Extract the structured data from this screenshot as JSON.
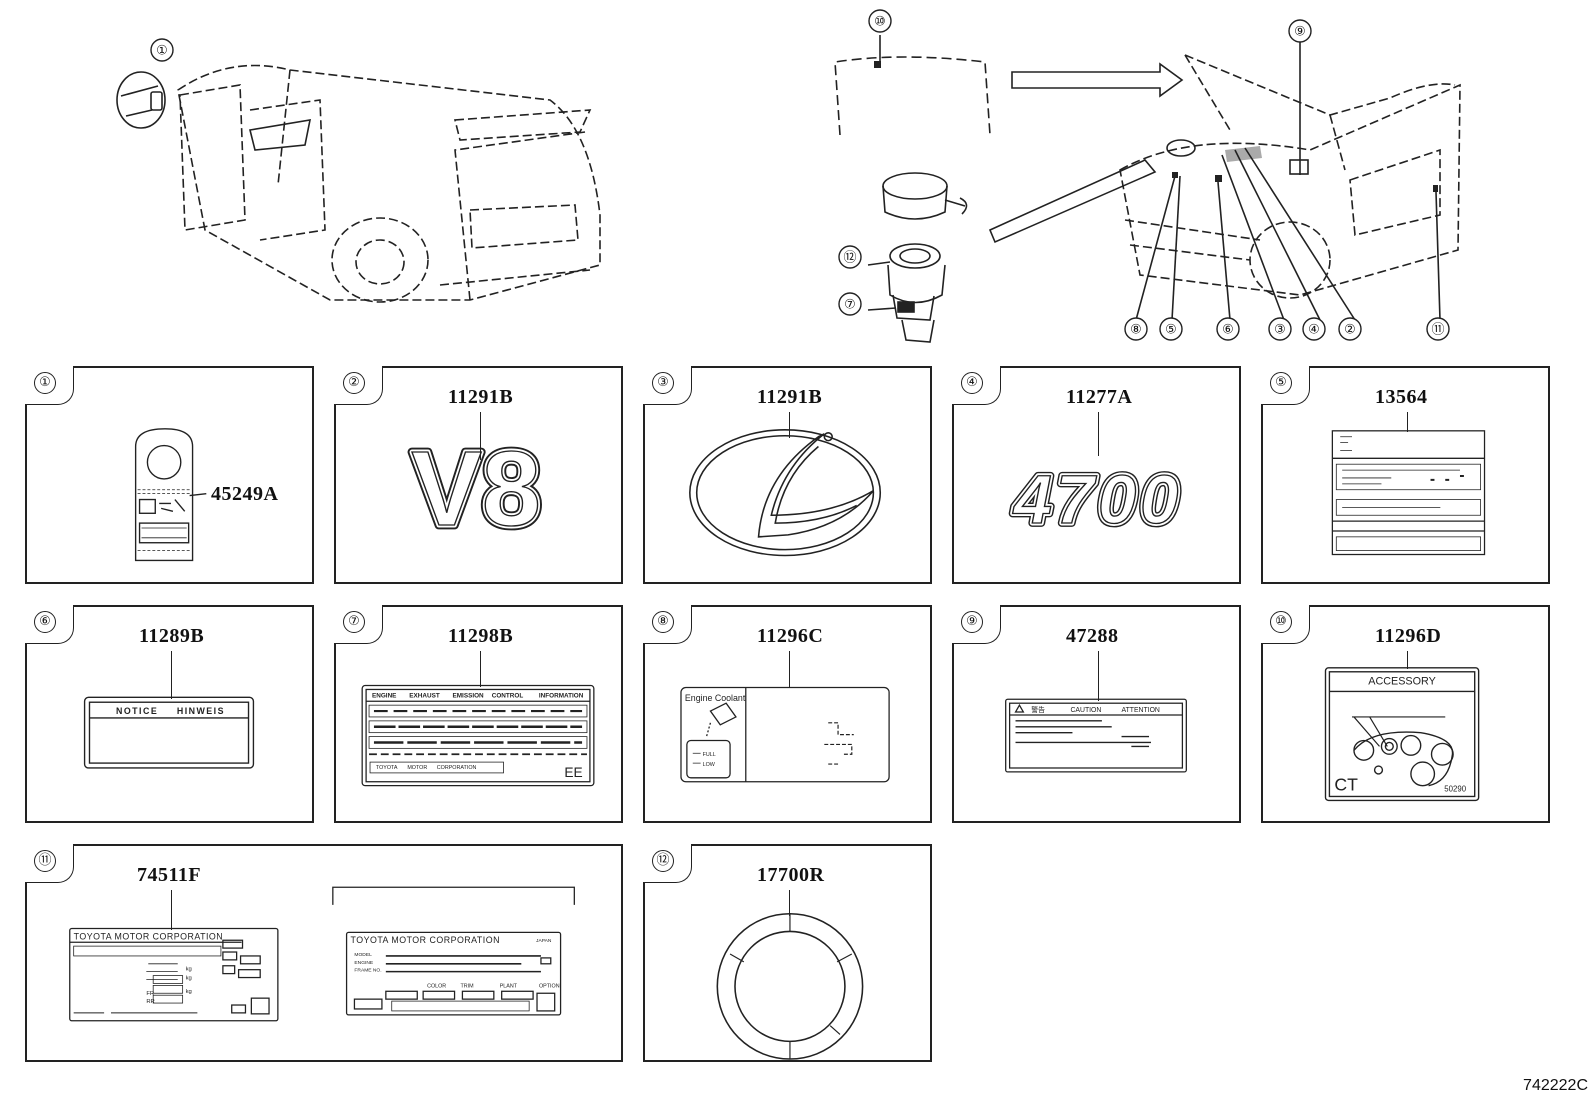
{
  "overview_callouts": [
    "①",
    "⑩",
    "⑫",
    "⑦",
    "⑨",
    "⑧",
    "⑤",
    "⑥",
    "③",
    "④",
    "②",
    "⑪"
  ],
  "panels": [
    {
      "callout": "①",
      "part": "45249A"
    },
    {
      "callout": "②",
      "part": "11291B",
      "art_text": "V8"
    },
    {
      "callout": "③",
      "part": "11291B"
    },
    {
      "callout": "④",
      "part": "11277A",
      "art_text": "4700"
    },
    {
      "callout": "⑤",
      "part": "13564"
    },
    {
      "callout": "⑥",
      "part": "11289B",
      "label_left": "NOTICE",
      "label_right": "HINWEIS"
    },
    {
      "callout": "⑦",
      "part": "11298B",
      "headers": [
        "ENGINE",
        "EXHAUST",
        "EMISSION",
        "CONTROL",
        "INFORMATION"
      ],
      "footer": [
        "TOYOTA",
        "MOTOR",
        "CORPORATION"
      ],
      "code": "EE"
    },
    {
      "callout": "⑧",
      "part": "11296C",
      "title": "Engine Coolant",
      "levels": [
        "FULL",
        "LOW"
      ]
    },
    {
      "callout": "⑨",
      "part": "47288",
      "headers": [
        "警告",
        "CAUTION",
        "ATTENTION"
      ]
    },
    {
      "callout": "⑩",
      "part": "11296D",
      "title": "ACCESSORY",
      "corner": "CT",
      "code": "50290"
    },
    {
      "callout": "⑪",
      "part": "74511F",
      "plate1_title": "TOYOTA MOTOR CORPORATION",
      "plate1_rows": [
        "FR",
        "RR",
        "kg",
        "kg",
        "kg"
      ],
      "plate2_title": "TOYOTA MOTOR CORPORATION",
      "plate2_origin": "JAPAN",
      "plate2_rows": [
        "MODEL",
        "ENGINE",
        "FRAME NO."
      ],
      "plate2_cols": [
        "COLOR",
        "TRIM",
        "PLANT",
        "OPTION"
      ]
    },
    {
      "callout": "⑫",
      "part": "17700R"
    }
  ],
  "figure_code": "742222C"
}
